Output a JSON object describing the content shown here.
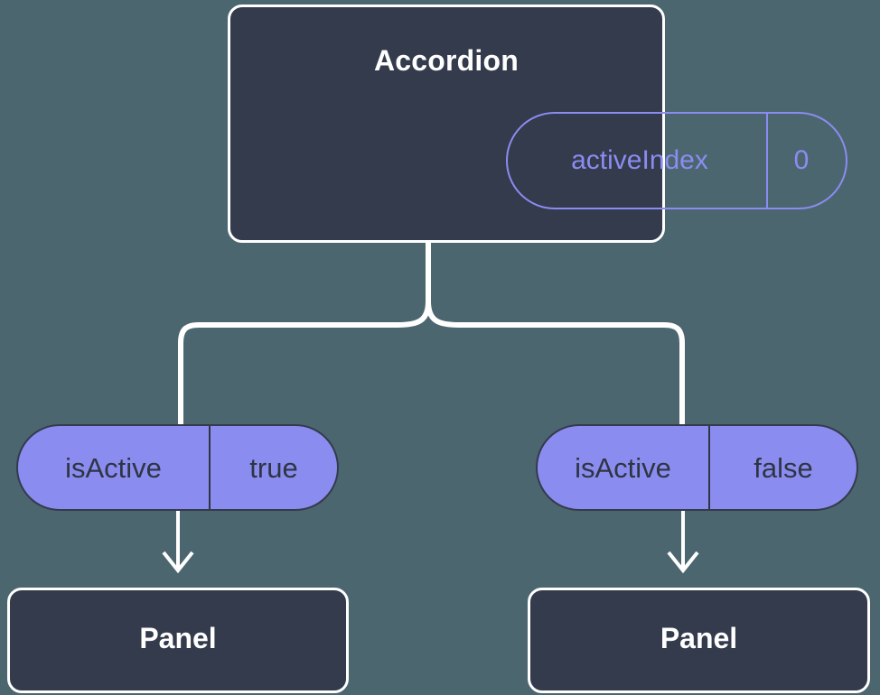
{
  "diagram": {
    "type": "component-tree",
    "background_color": "#4c6670",
    "box_fill_color": "#333b4c",
    "box_border_color": "#ffffff",
    "accent_color": "#8b8cf0",
    "pill_text_color": "#2e3542",
    "connector_color": "#ffffff"
  },
  "root": {
    "title": "Accordion",
    "state": {
      "key": "activeIndex",
      "value": "0"
    }
  },
  "children": [
    {
      "prop": {
        "key": "isActive",
        "value": "true"
      },
      "component": {
        "title": "Panel"
      }
    },
    {
      "prop": {
        "key": "isActive",
        "value": "false"
      },
      "component": {
        "title": "Panel"
      }
    }
  ]
}
